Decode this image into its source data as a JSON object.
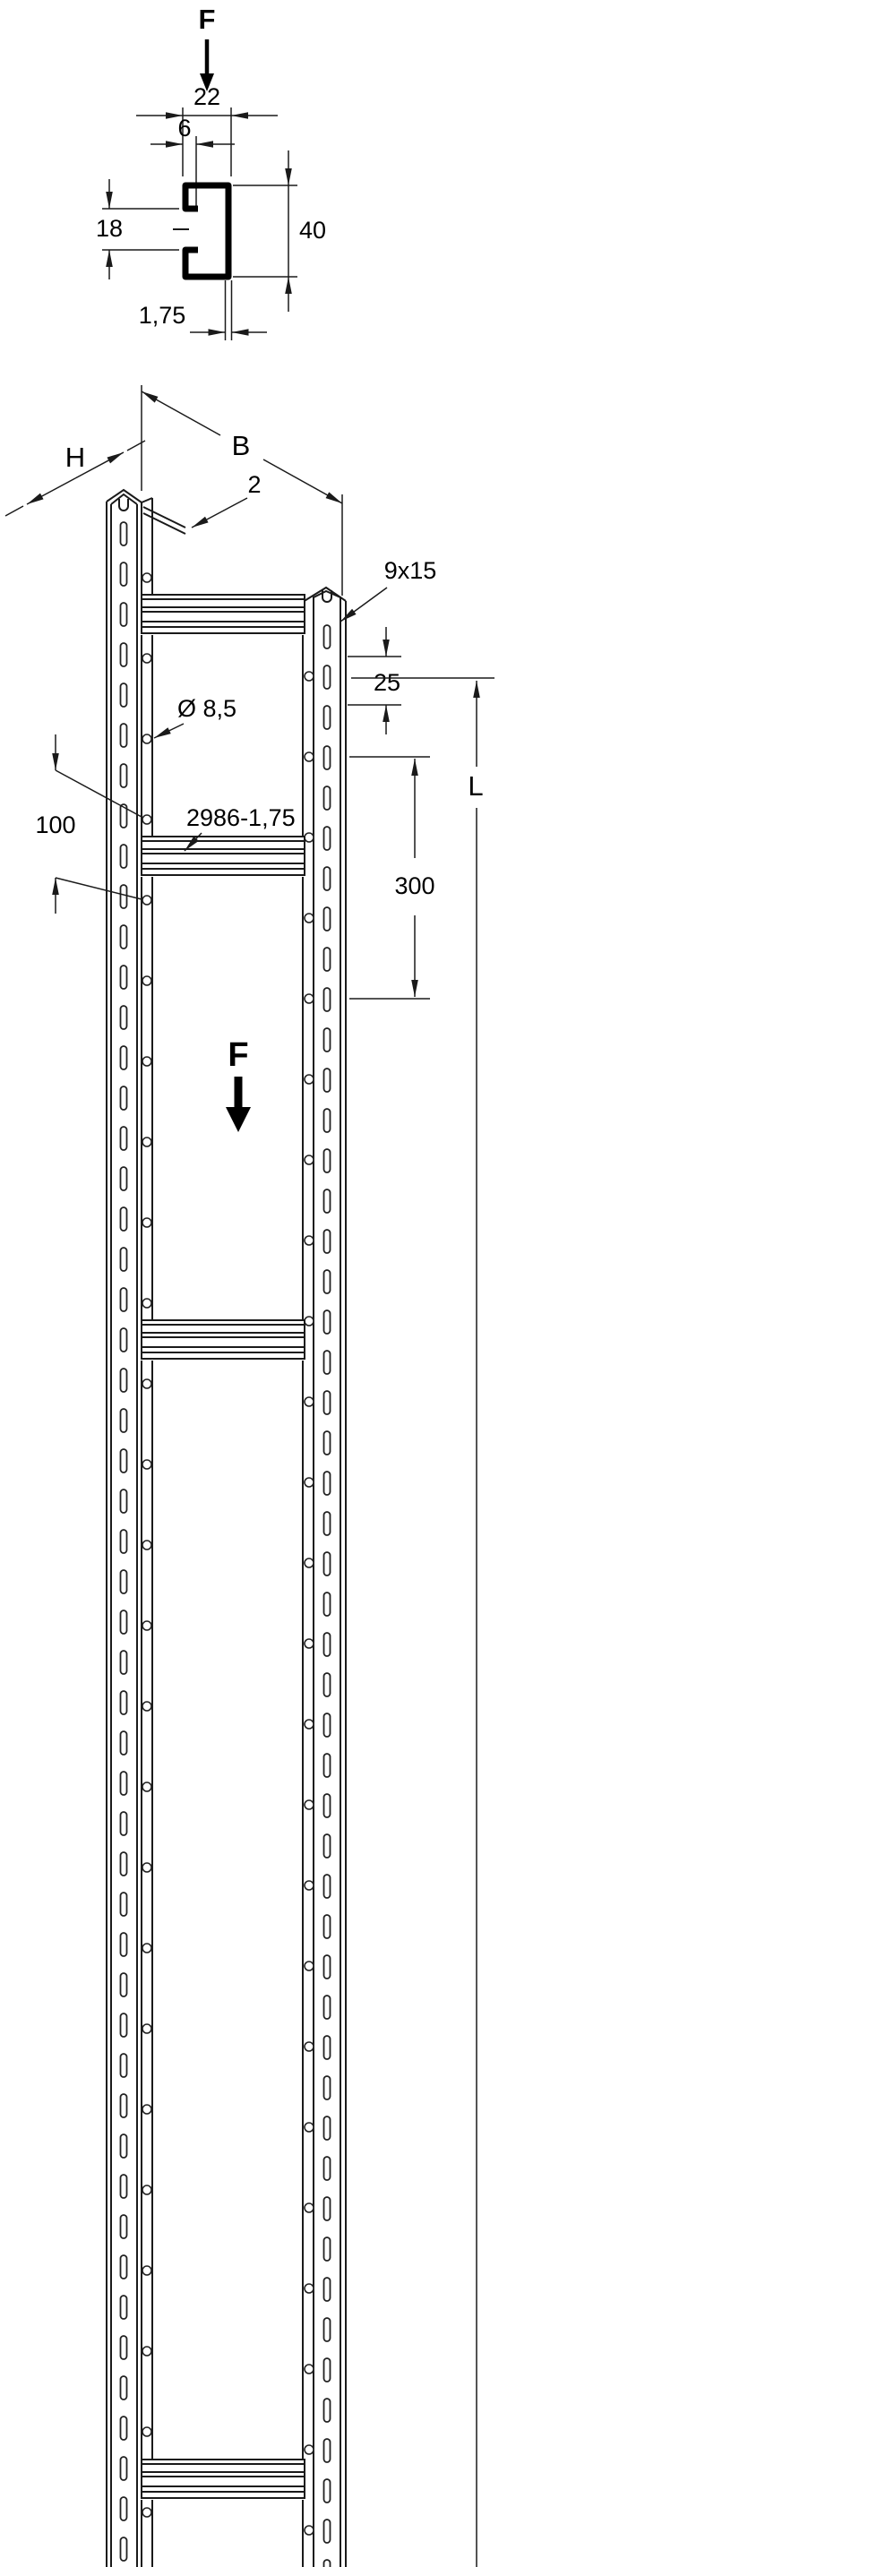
{
  "profile": {
    "force": "F",
    "width": "22",
    "slot_width": "6",
    "opening_height": "18",
    "height": "40",
    "thickness": "1,75"
  },
  "ladder": {
    "width": "B",
    "depth": "H",
    "rail_thickness": "2",
    "perforation": "9x15",
    "hole_edge_distance": "25",
    "length": "L",
    "hole_diameter": "Ø 8,5",
    "hole_spacing": "100",
    "rung_profile": "2986-1,75",
    "rung_spacing": "300",
    "force": "F"
  }
}
